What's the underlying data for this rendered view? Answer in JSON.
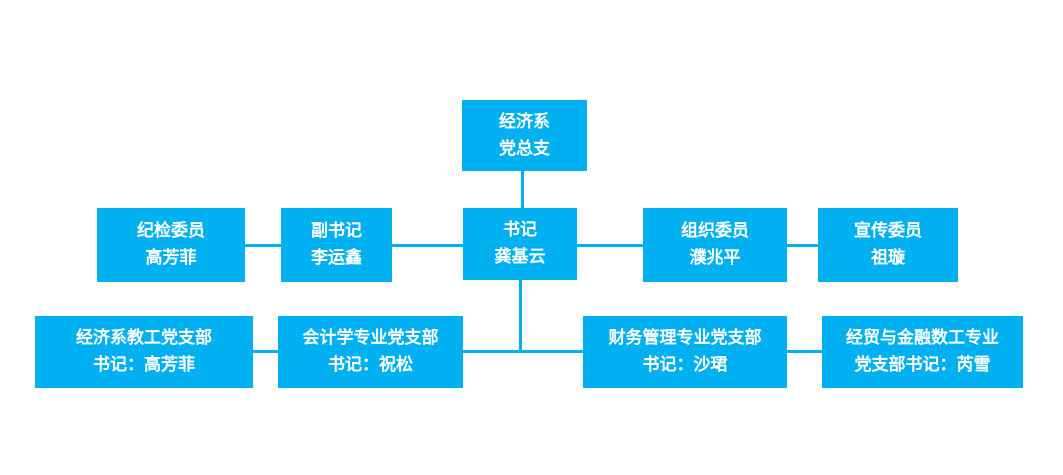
{
  "diagram": {
    "type": "org-chart",
    "colors": {
      "box": "#00b0f0",
      "connector": "#00b0f0",
      "text": "#ffffff",
      "background": "#ffffff"
    },
    "nodes": {
      "root": {
        "line1": "经济系",
        "line2": "党总支"
      },
      "discipline": {
        "line1": "纪检委员",
        "line2": "高芳菲"
      },
      "deputy": {
        "line1": "副书记",
        "line2": "李运鑫"
      },
      "secretary": {
        "line1": "书记",
        "line2": "龚基云"
      },
      "organization": {
        "line1": "组织委员",
        "line2": "濮兆平"
      },
      "publicity": {
        "line1": "宣传委员",
        "line2": "祖璇"
      },
      "faculty": {
        "line1": "经济系教工党支部",
        "line2": "书记：高芳菲"
      },
      "accounting": {
        "line1": "会计学专业党支部",
        "line2": "书记：祝松"
      },
      "finance": {
        "line1": "财务管理专业党支部",
        "line2": "书记：沙珺"
      },
      "trade": {
        "line1": "经贸与金融数工专业",
        "line2": "党支部书记：芮雪"
      }
    }
  }
}
